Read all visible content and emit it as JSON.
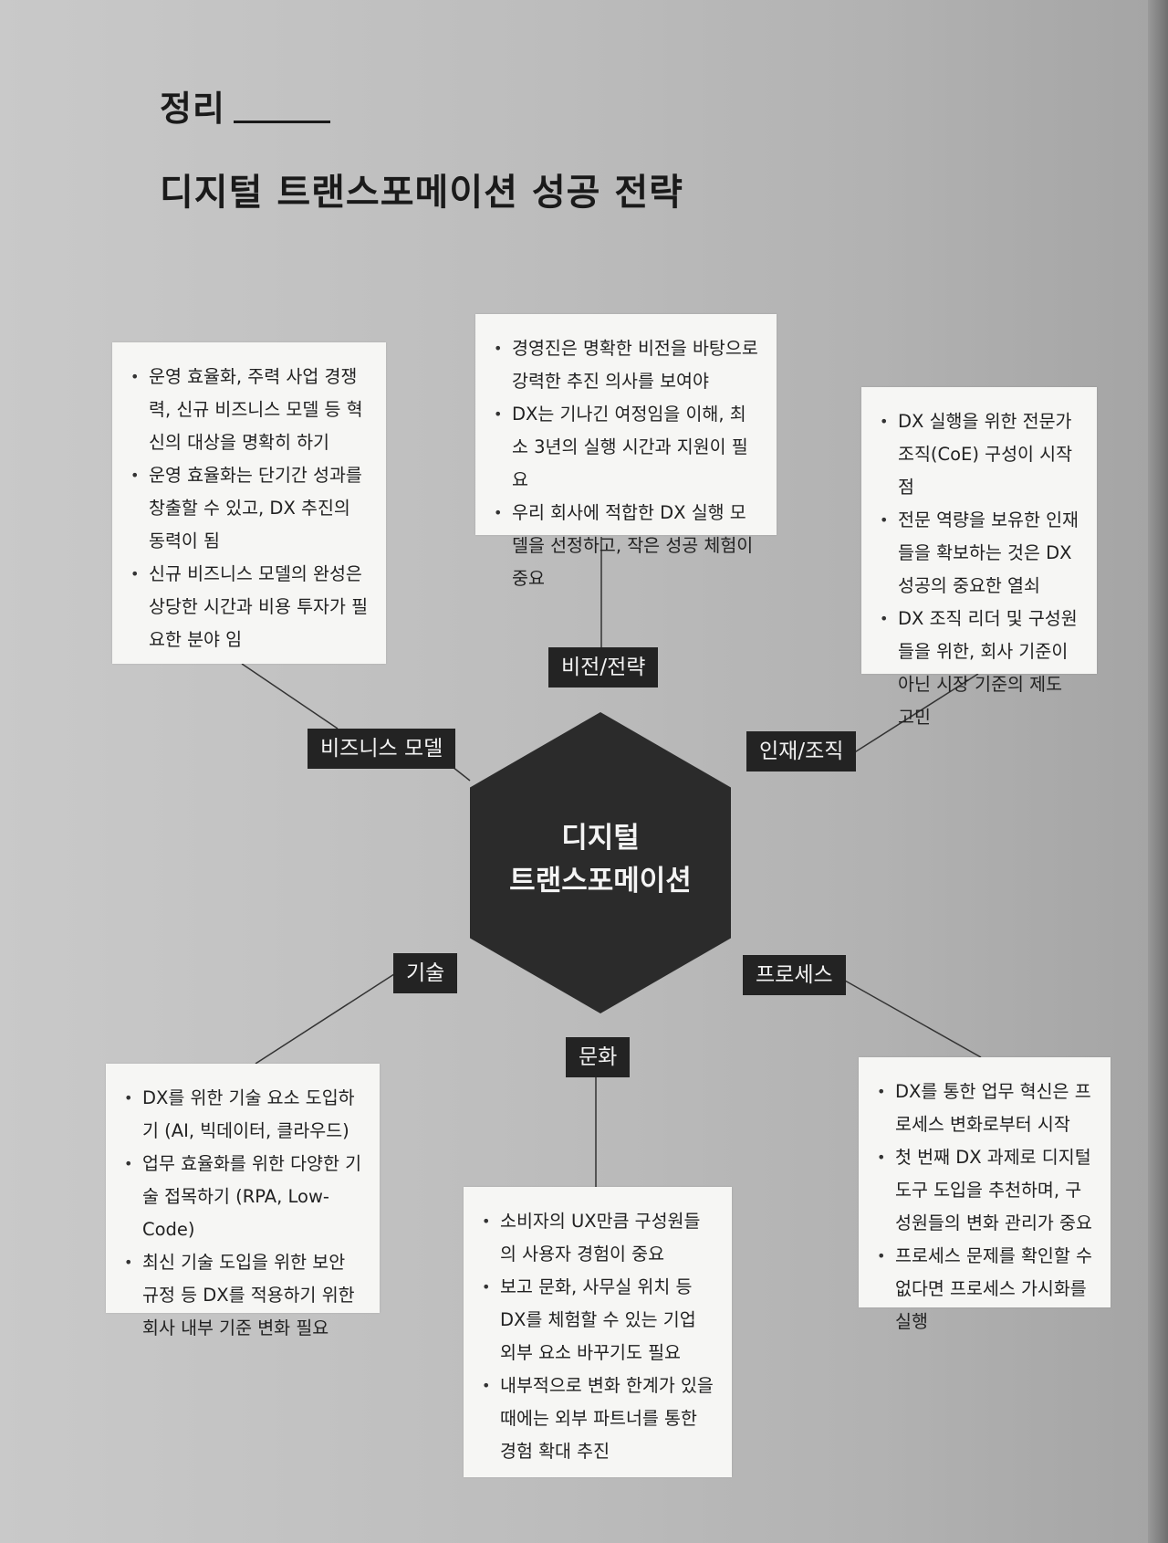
{
  "section": {
    "label": "정리"
  },
  "title": "디지털 트랜스포메이션 성공 전략",
  "hub": {
    "line1": "디지털",
    "line2": "트랜스포메이션"
  },
  "branches": {
    "business_model": {
      "label": "비즈니스 모델",
      "items": [
        "운영 효율화, 주력 사업 경쟁력, 신규 비즈니스 모델 등 혁신의 대상을 명확히 하기",
        "운영 효율화는 단기간 성과를 창출할 수 있고, DX 추진의 동력이 됨",
        "신규 비즈니스 모델의 완성은 상당한 시간과 비용 투자가 필요한 분야 임"
      ]
    },
    "vision": {
      "label": "비전/전략",
      "items": [
        "경영진은 명확한 비전을 바탕으로 강력한 추진 의사를 보여야",
        "DX는 기나긴 여정임을 이해, 최소 3년의 실행 시간과 지원이 필요",
        "우리 회사에 적합한 DX 실행 모델을 선정하고, 작은 성공 체험이 중요"
      ]
    },
    "people": {
      "label": "인재/조직",
      "items": [
        "DX 실행을 위한 전문가 조직(CoE) 구성이 시작점",
        "전문 역량을 보유한 인재들을 확보하는 것은 DX 성공의 중요한 열쇠",
        "DX 조직 리더 및 구성원들을 위한, 회사 기준이 아닌 시장 기준의 제도 고민"
      ]
    },
    "technology": {
      "label": "기술",
      "items": [
        "DX를 위한 기술 요소 도입하기 (AI, 빅데이터, 클라우드)",
        "업무 효율화를 위한 다양한 기술 접목하기 (RPA, Low-Code)",
        "최신 기술 도입을 위한 보안 규정 등 DX를 적용하기 위한 회사 내부 기준 변화 필요"
      ]
    },
    "culture": {
      "label": "문화",
      "items": [
        "소비자의 UX만큼 구성원들의 사용자 경험이 중요",
        "보고 문화, 사무실 위치 등 DX를 체험할 수 있는 기업 외부 요소 바꾸기도 필요",
        "내부적으로 변화 한계가 있을 때에는 외부 파트너를 통한 경험 확대 추진"
      ]
    },
    "process": {
      "label": "프로세스",
      "items": [
        "DX를 통한 업무 혁신은 프로세스 변화로부터 시작",
        "첫 번째 DX 과제로 디지털 도구 도입을 추천하며, 구성원들의 변화 관리가 중요",
        "프로세스 문제를 확인할 수 없다면 프로세스 가시화를 실행"
      ]
    }
  },
  "colors": {
    "dark": "#232323",
    "card": "#f6f6f4",
    "page": "#c4c4c4"
  }
}
